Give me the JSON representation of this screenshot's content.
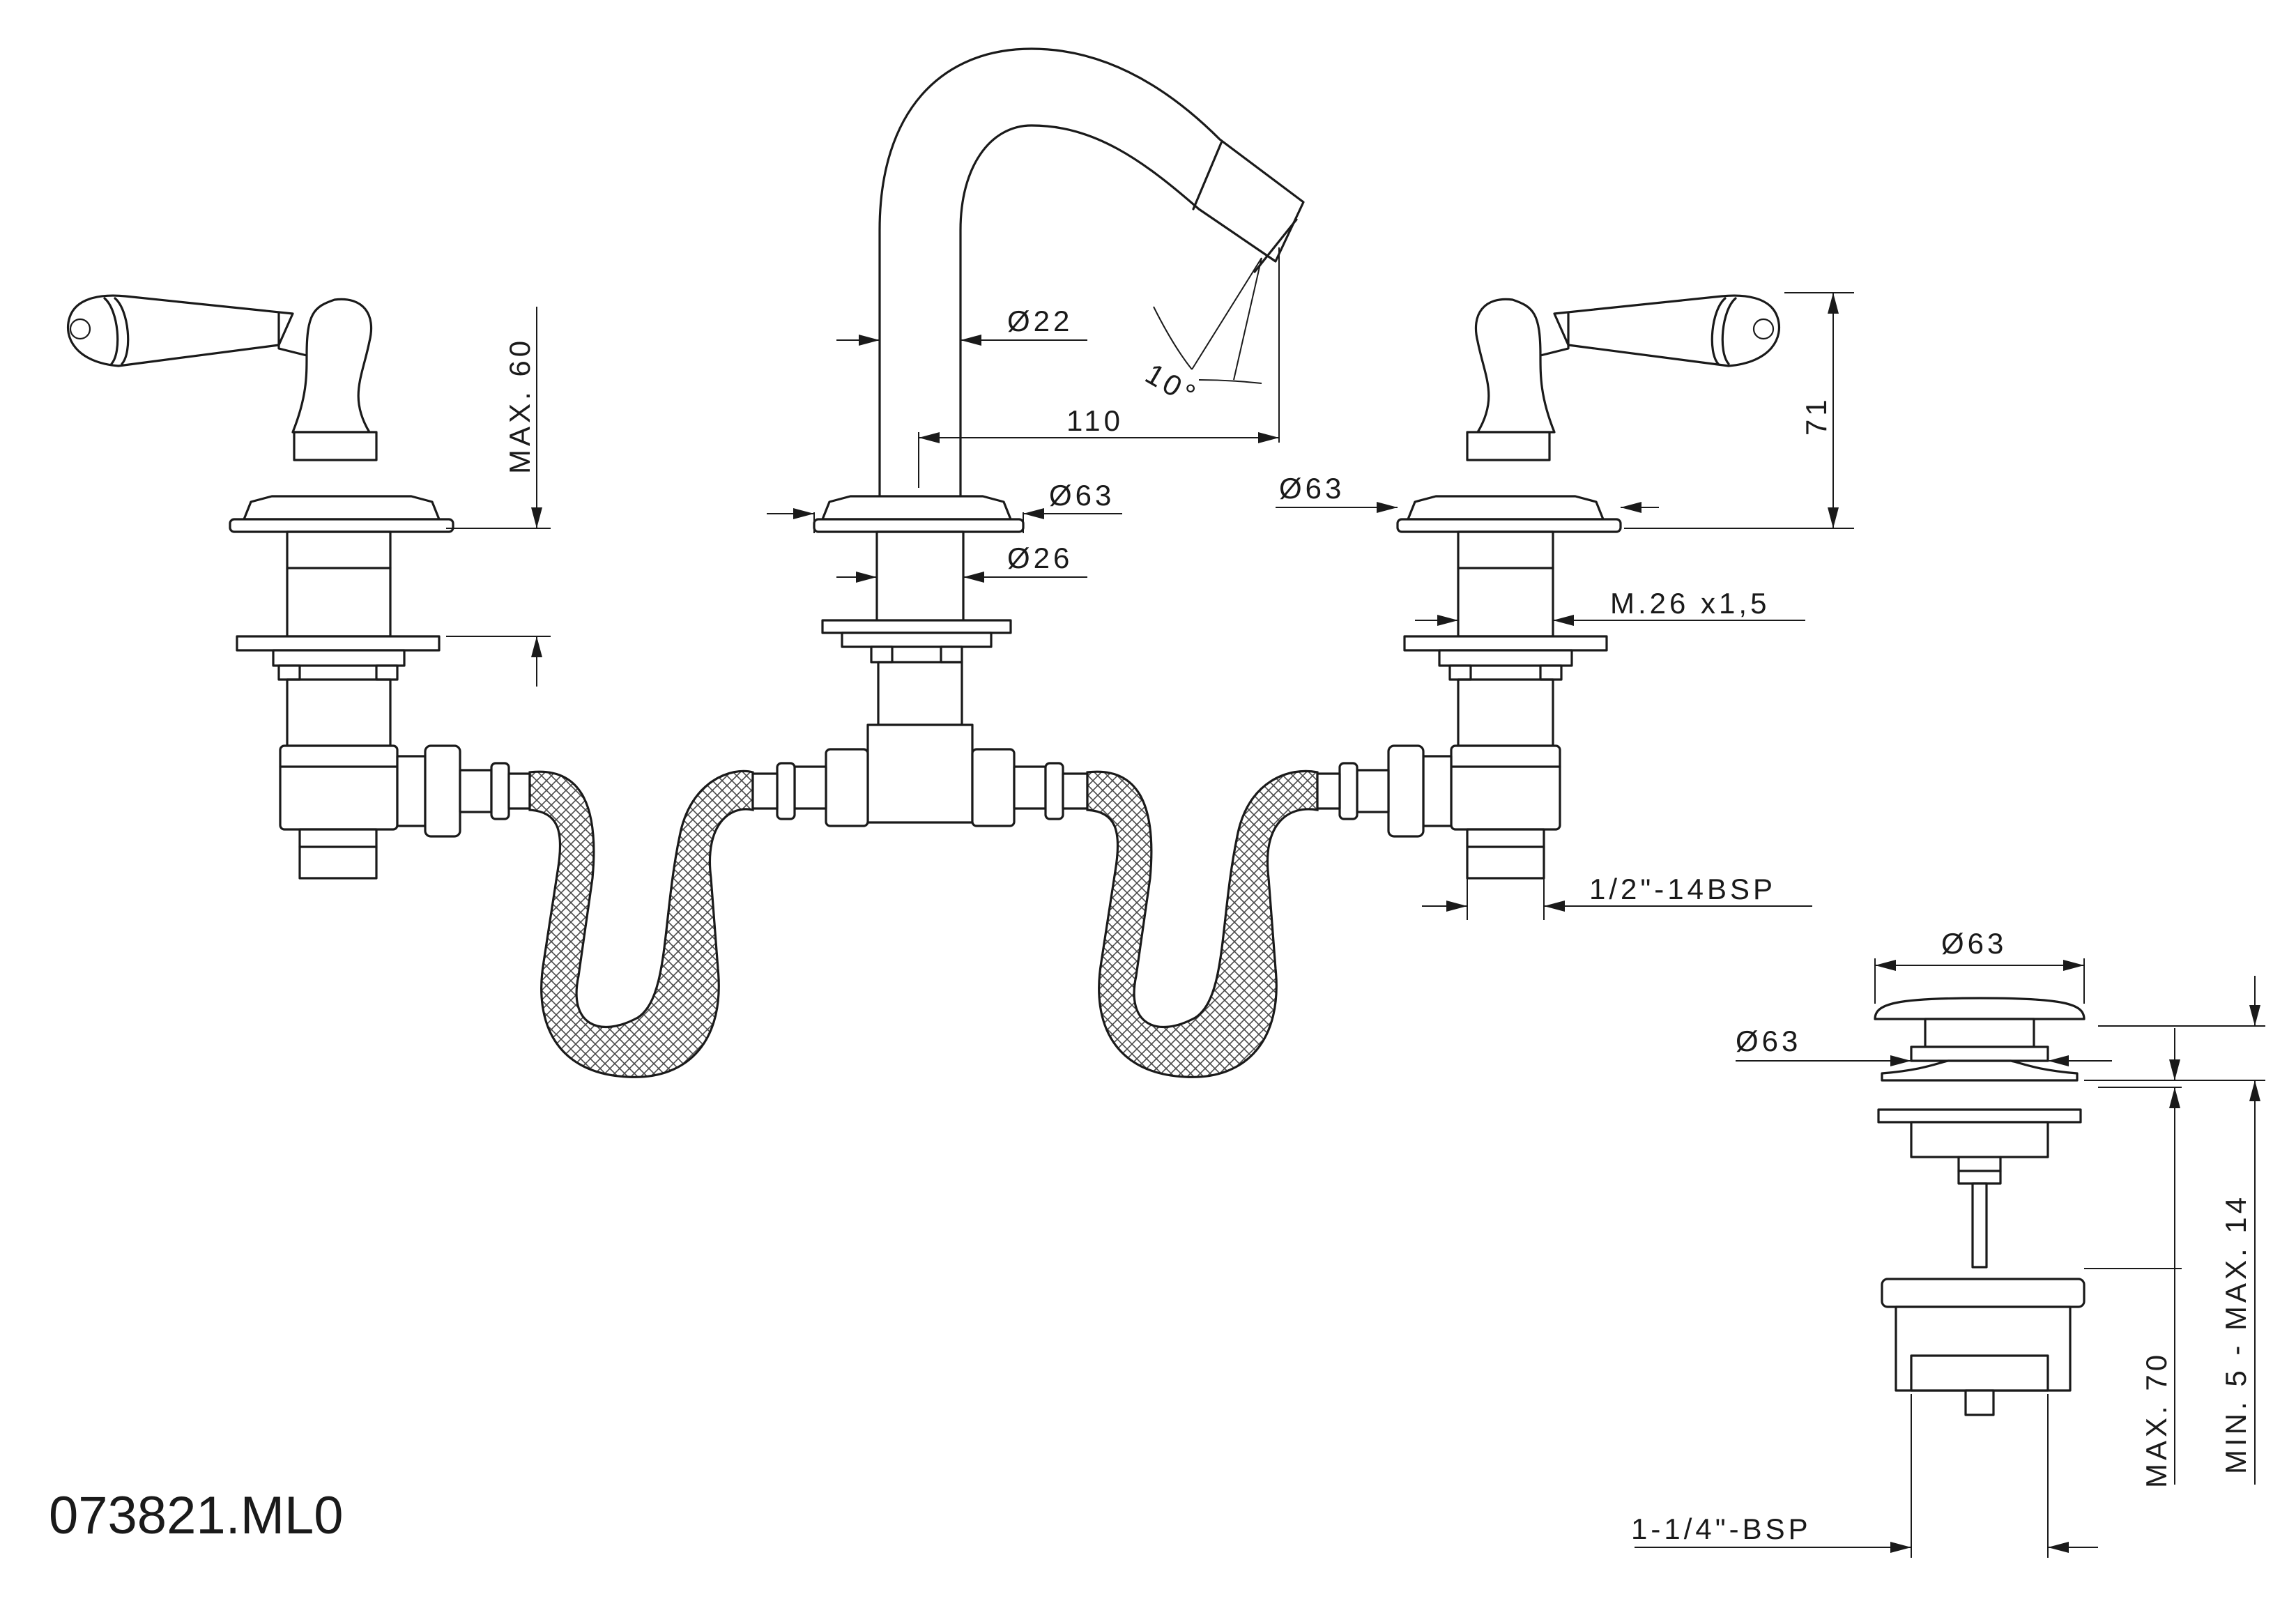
{
  "product_code": "073821.ML0",
  "dimensions": {
    "spout_tube_dia": "Ø22",
    "spout_angle": "10°",
    "spout_reach": "110",
    "spout_base_dia": "Ø63",
    "shank_dia": "Ø26",
    "handle_left_max_height": "MAX. 60",
    "handle_right_base_dia": "Ø63",
    "handle_right_height": "71",
    "thread": "M.26 x1,5",
    "inlet_thread": "1/2\"-14BSP",
    "waste_cap_dia": "Ø63",
    "waste_flange_dia": "Ø63",
    "waste_tailpiece_thread": "1-1/4\"-BSP",
    "waste_max_length": "MAX. 70",
    "waste_basin_thickness": "MIN. 5 - MAX. 14"
  },
  "colors": {
    "line": "#1a1a1a",
    "background": "#ffffff"
  }
}
